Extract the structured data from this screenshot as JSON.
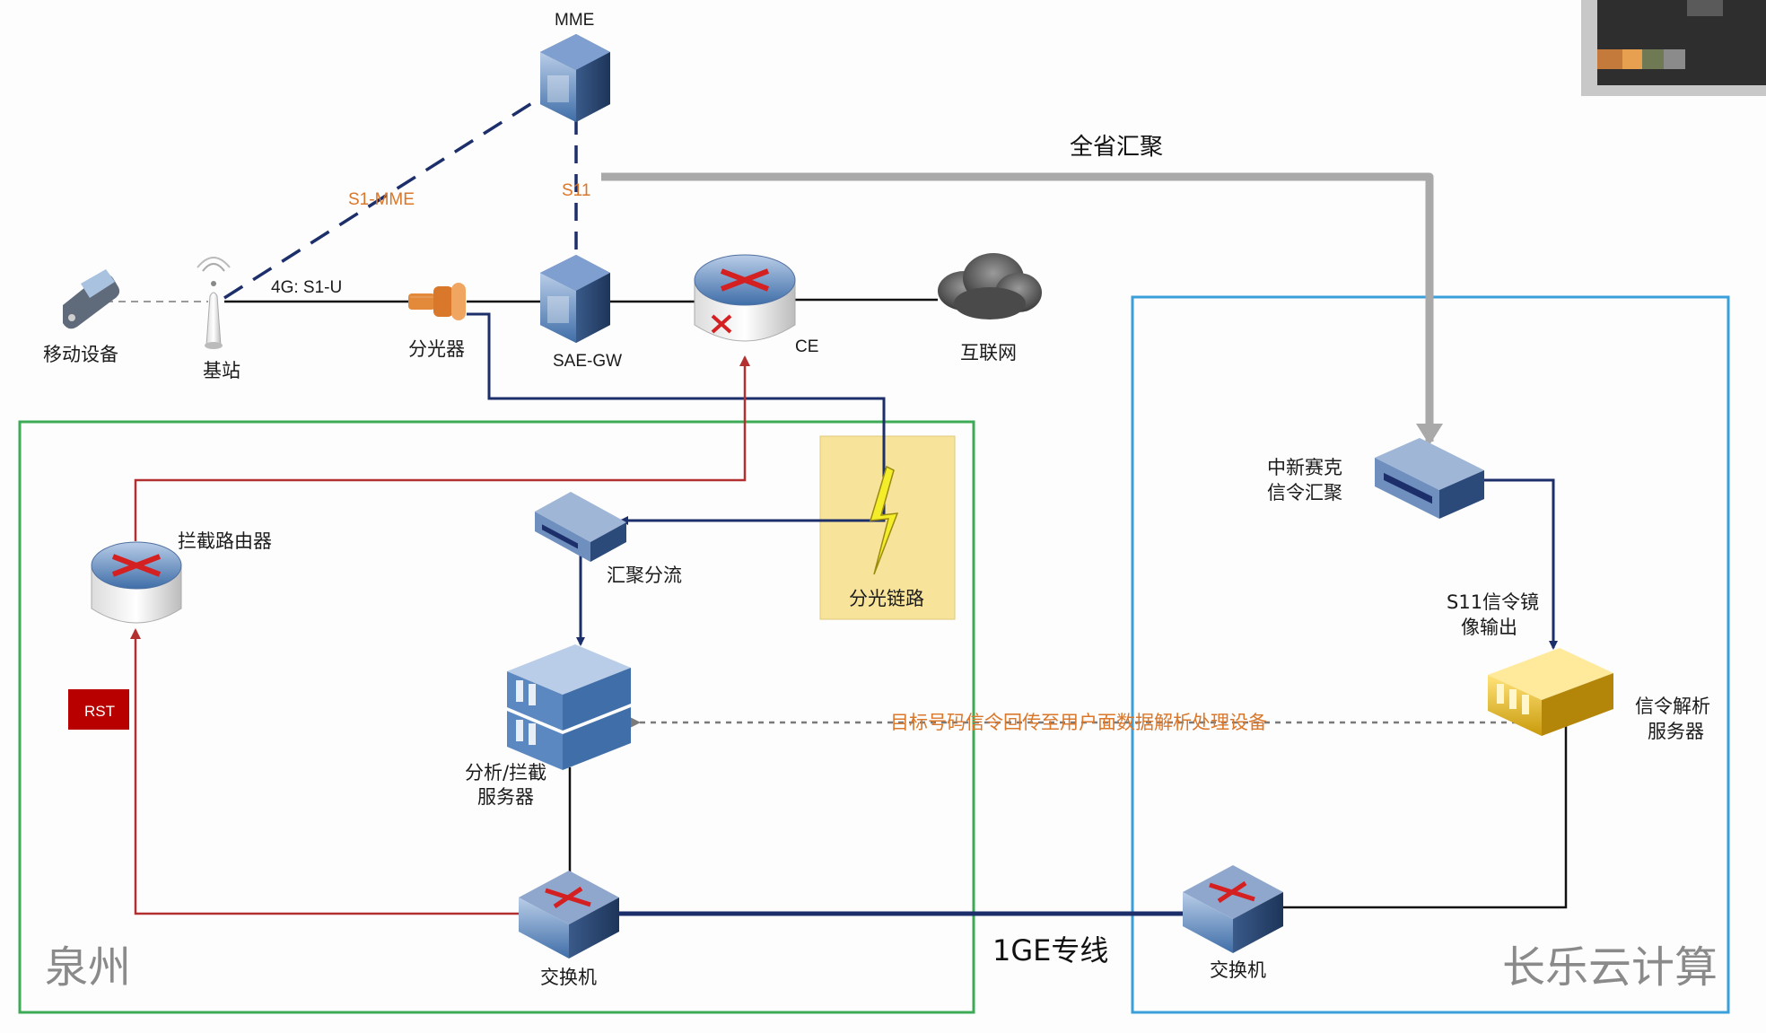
{
  "labels": {
    "mme": "MME",
    "s1_mme": "S1-MME",
    "s11": "S11",
    "province_agg": "全省汇聚",
    "s1u": "4G: S1-U",
    "mobile": "移动设备",
    "base_station": "基站",
    "splitter": "分光器",
    "sae_gw": "SAE-GW",
    "ce": "CE",
    "internet": "互联网",
    "intercept_router": "拦截路由器",
    "agg_split": "汇聚分流",
    "optical_link": "分光链路",
    "rst": "RST",
    "analysis_line1": "分析/拦截",
    "analysis_line2": "服务器",
    "switch_left": "交换机",
    "region_left": "泉州",
    "dedicated_line": "1GE专线",
    "switch_right": "交换机",
    "region_right": "长乐云计算",
    "zx_line1": "中新赛克",
    "zx_line2": "信令汇聚",
    "s11_mirror_line1": "S11信令镜",
    "s11_mirror_line2": "像输出",
    "sig_server_line1": "信令解析",
    "sig_server_line2": "服务器",
    "backhaul": "目标号码信令回传至用户面数据解析处理设备"
  },
  "colors": {
    "green_box": "#3daa55",
    "blue_box": "#3aa0dc",
    "navy_line": "#1c2f6b",
    "red_line": "#b23030",
    "gray_arrow": "#a9a9a9",
    "orange_text": "#d9772b",
    "yellow_note": "#f8e39a"
  },
  "icons": {
    "mobile": "mobile-phone-icon",
    "base_station": "antenna-tower-icon",
    "splitter": "optical-splitter-icon",
    "mme": "server-box-icon",
    "sae_gw": "server-box-icon",
    "ce": "router-icon",
    "internet": "cloud-icon",
    "intercept_router": "router-icon",
    "agg_split": "network-switch-icon",
    "analysis_server": "server-stack-icon",
    "switch": "switch-icon",
    "zx_agg": "network-switch-icon",
    "sig_server": "server-gold-icon",
    "lightning": "lightning-icon"
  }
}
